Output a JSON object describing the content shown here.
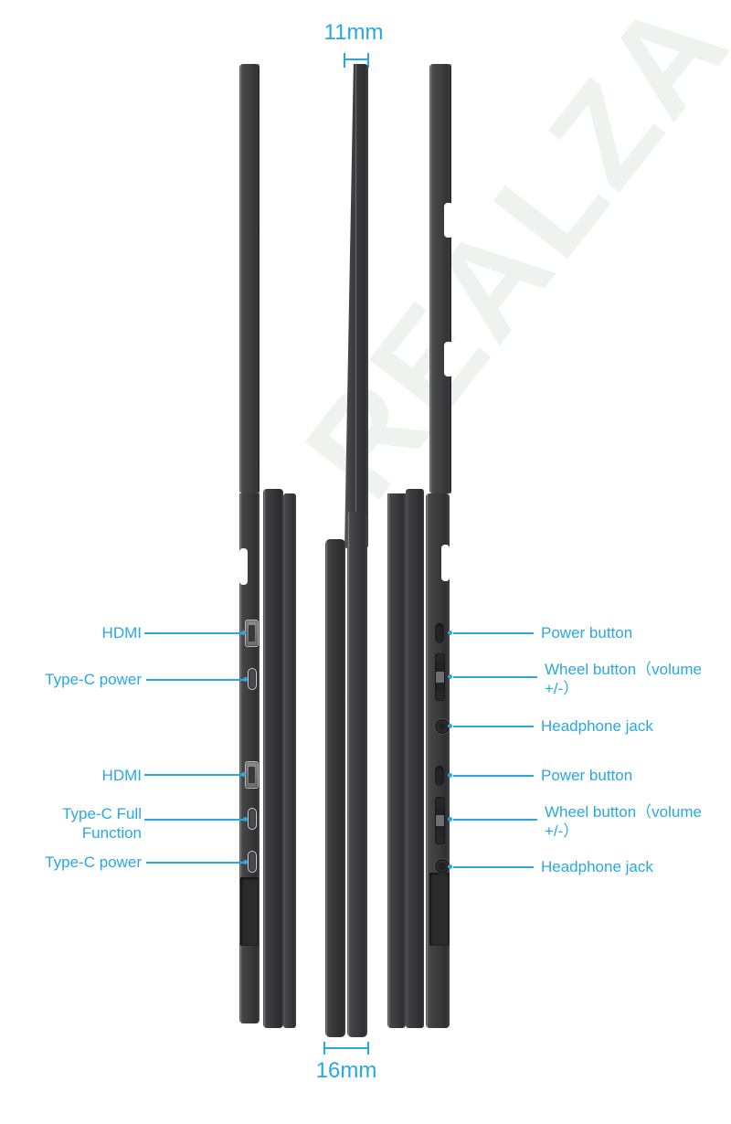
{
  "diagram": {
    "watermark_text": "REALZA",
    "accent_color": "#29a8e0",
    "body_color": "#3e3e40"
  },
  "dimensions": {
    "top": {
      "value": "11mm",
      "name": "thickness-folded"
    },
    "bottom": {
      "value": "16mm",
      "name": "thickness-stacked"
    }
  },
  "left_callouts": [
    {
      "label": "HDMI"
    },
    {
      "label": "Type-C power"
    },
    {
      "label": "HDMI"
    },
    {
      "label": "Type-C Full\nFunction"
    },
    {
      "label": "Type-C power"
    }
  ],
  "right_callouts": [
    {
      "label": "Power button"
    },
    {
      "label": "Wheel button（volume\n+/-）"
    },
    {
      "label": "Headphone jack"
    },
    {
      "label": "Power button"
    },
    {
      "label": "Wheel button（volume\n+/-）"
    },
    {
      "label": "Headphone jack"
    }
  ]
}
